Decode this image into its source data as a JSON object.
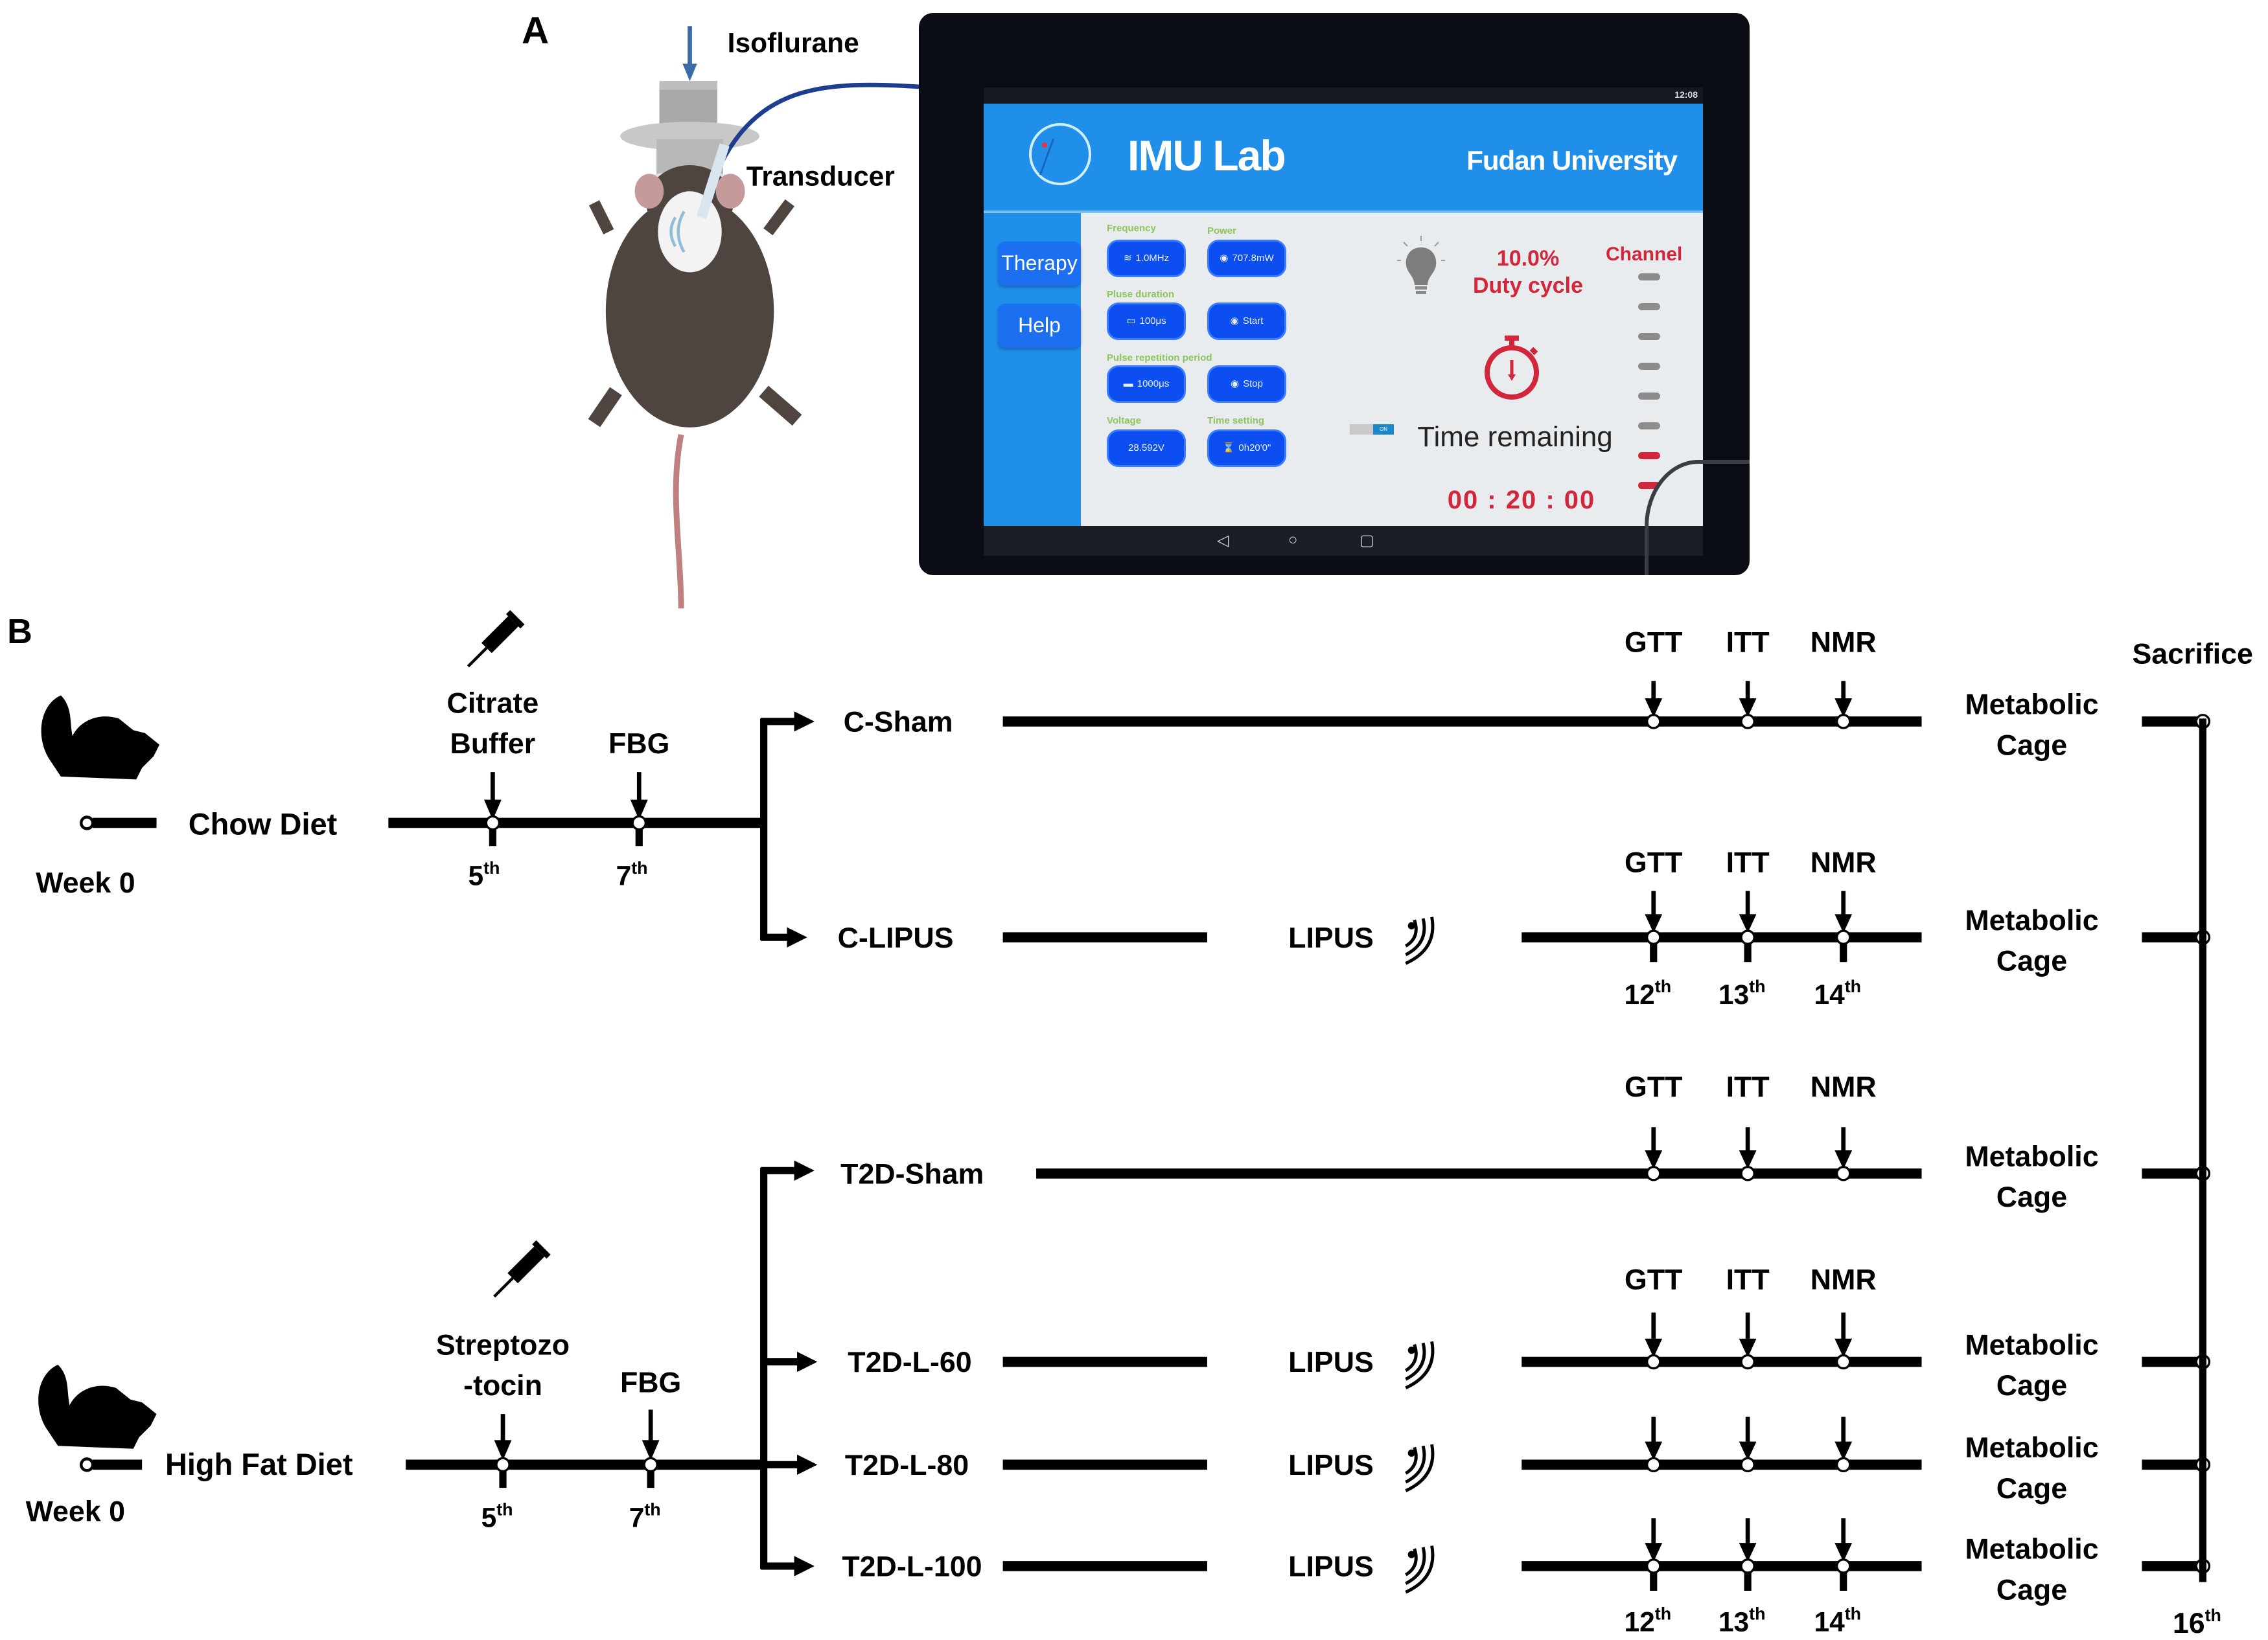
{
  "panel_a": {
    "label": "A",
    "isoflurane_label": "Isoflurane",
    "transducer_label": "Transducer",
    "device": {
      "status_time": "12:08",
      "app_title": "IMU Lab",
      "organization": "Fudan University",
      "sidebar": [
        {
          "label": "Therapy"
        },
        {
          "label": "Help"
        }
      ],
      "parameters": [
        {
          "label": "Frequency",
          "value": "1.0MHz",
          "icon": "wave-icon"
        },
        {
          "label": "Power",
          "value": "707.8mW",
          "icon": "circle-dot-icon"
        },
        {
          "label": "Pluse duration",
          "value": "100μs",
          "icon": "battery-icon"
        },
        {
          "label": "",
          "value": "Start",
          "icon": "circle-dot-icon"
        },
        {
          "label": "Pulse repetition period",
          "value": "1000μs",
          "icon": "rectangle-icon"
        },
        {
          "label": "",
          "value": "Stop",
          "icon": "circle-dot-icon"
        },
        {
          "label": "Voltage",
          "value": "28.592V",
          "icon": ""
        },
        {
          "label": "Time setting",
          "value": "0h20'0\"",
          "icon": "hourglass-icon"
        }
      ],
      "time_setting_toggle": "ON",
      "duty_cycle_value": "10.0%",
      "duty_cycle_label": "Duty cycle",
      "channel_label": "Channel",
      "channels": [
        "inactive",
        "inactive",
        "inactive",
        "inactive",
        "inactive",
        "inactive",
        "active",
        "active"
      ],
      "time_remaining_label": "Time remaining",
      "time_remaining_value": "00 : 20 : 00",
      "colors": {
        "header_blue": "#1f8fea",
        "button_blue": "#0d4ef0",
        "alert_red": "#d2263b",
        "param_label_green": "#8fc45a"
      },
      "nav_icons": [
        "back-icon",
        "home-icon",
        "recents-icon"
      ]
    }
  },
  "panel_b": {
    "label": "B",
    "cohorts": [
      {
        "id": "chow",
        "start_label": "Week 0",
        "diet": "Chow Diet",
        "injection": [
          "Citrate",
          "Buffer"
        ],
        "fbg": "FBG",
        "weeks": [
          "5",
          "7"
        ],
        "groups": [
          {
            "name": "C-Sham",
            "lipus": false,
            "tests": [
              "GTT",
              "ITT",
              "NMR"
            ],
            "cage": [
              "Metabolic",
              "Cage"
            ]
          },
          {
            "name": "C-LIPUS",
            "lipus": true,
            "tests": [
              "GTT",
              "ITT",
              "NMR"
            ],
            "cage": [
              "Metabolic",
              "Cage"
            ],
            "test_weeks": [
              "12",
              "13",
              "14"
            ]
          }
        ]
      },
      {
        "id": "hfd",
        "start_label": "Week 0",
        "diet": "High Fat Diet",
        "injection": [
          "Streptozo",
          "-tocin"
        ],
        "fbg": "FBG",
        "weeks": [
          "5",
          "7"
        ],
        "groups": [
          {
            "name": "T2D-Sham",
            "lipus": false,
            "tests": [
              "GTT",
              "ITT",
              "NMR"
            ],
            "cage": [
              "Metabolic",
              "Cage"
            ]
          },
          {
            "name": "T2D-L-60",
            "lipus": true,
            "tests": [
              "GTT",
              "ITT",
              "NMR"
            ],
            "cage": [
              "Metabolic",
              "Cage"
            ]
          },
          {
            "name": "T2D-L-80",
            "lipus": true,
            "tests": [],
            "cage": [
              "Metabolic",
              "Cage"
            ]
          },
          {
            "name": "T2D-L-100",
            "lipus": true,
            "tests": [],
            "cage": [
              "Metabolic",
              "Cage"
            ],
            "test_weeks": [
              "12",
              "13",
              "14"
            ]
          }
        ]
      }
    ],
    "lipus_label": "LIPUS",
    "ordinal_suffix": "th",
    "sacrifice_label": "Sacrifice",
    "sacrifice_week": "16"
  }
}
